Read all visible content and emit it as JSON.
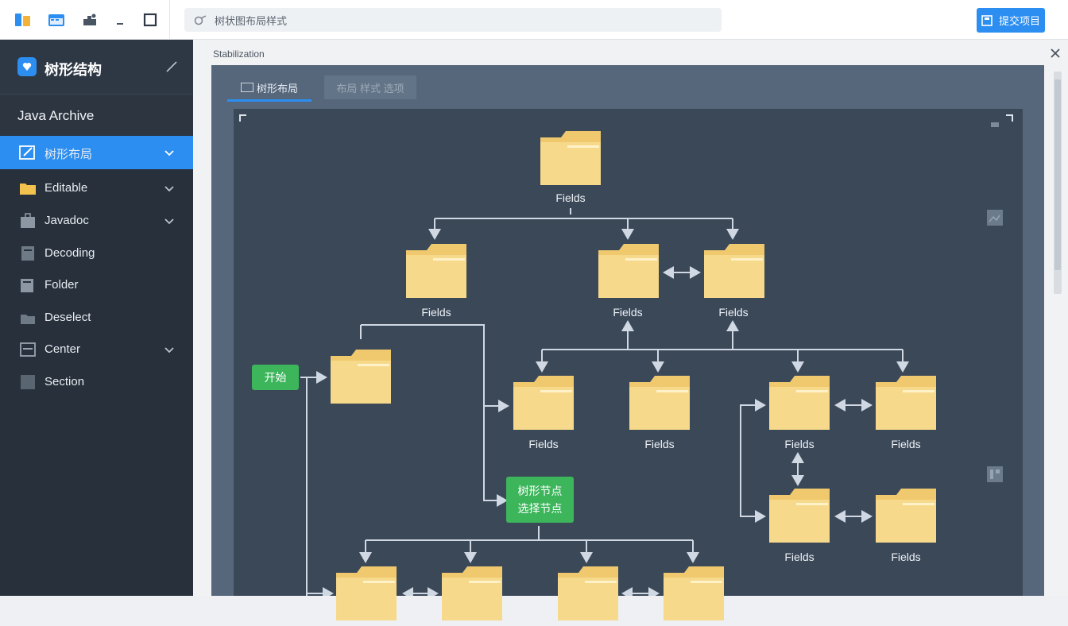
{
  "toolbar": {
    "tools": [
      "file-panel-icon",
      "calendar-icon",
      "tools-icon",
      "minimize-icon",
      "window-icon"
    ],
    "address_text": "树状图布局样式",
    "primary_label": "提交项目"
  },
  "sidebar": {
    "title": "树形结构",
    "section": "Java Archive",
    "items": [
      {
        "label": "树形布局",
        "icon": "edit-icon",
        "active": true,
        "expandable": true
      },
      {
        "label": "Editable",
        "icon": "folder-icon",
        "active": false,
        "expandable": true
      },
      {
        "label": "Javadoc",
        "icon": "bag-icon",
        "active": false,
        "expandable": true
      },
      {
        "label": "Decoding",
        "icon": "document-icon",
        "active": false,
        "expandable": false
      },
      {
        "label": "Folder",
        "icon": "copy-icon",
        "active": false,
        "expandable": false
      },
      {
        "label": "Deselect",
        "icon": "tray-icon",
        "active": false,
        "expandable": false
      },
      {
        "label": "Center",
        "icon": "list-icon",
        "active": false,
        "expandable": true
      },
      {
        "label": "Section",
        "icon": "square-icon",
        "active": false,
        "expandable": false
      }
    ]
  },
  "panel": {
    "title": "Stabilization",
    "tabs": [
      "树形布局",
      "布局 样式 选项"
    ]
  },
  "diagram": {
    "root_label": "Fields",
    "level1": [
      "Fields",
      "Fields",
      "Fields"
    ],
    "level2": [
      "Fields",
      "Fields",
      "Fields",
      "Fields"
    ],
    "level3": [
      "Fields",
      "Fields"
    ],
    "green_start": "开始",
    "green_center_lines": [
      "树形节点",
      "选择节点"
    ]
  },
  "colors": {
    "accent": "#2b8ef0",
    "green": "#3cb55b",
    "folder": "#f6d98b",
    "folder_tab": "#f0c96e",
    "canvas": "#3b4858"
  }
}
